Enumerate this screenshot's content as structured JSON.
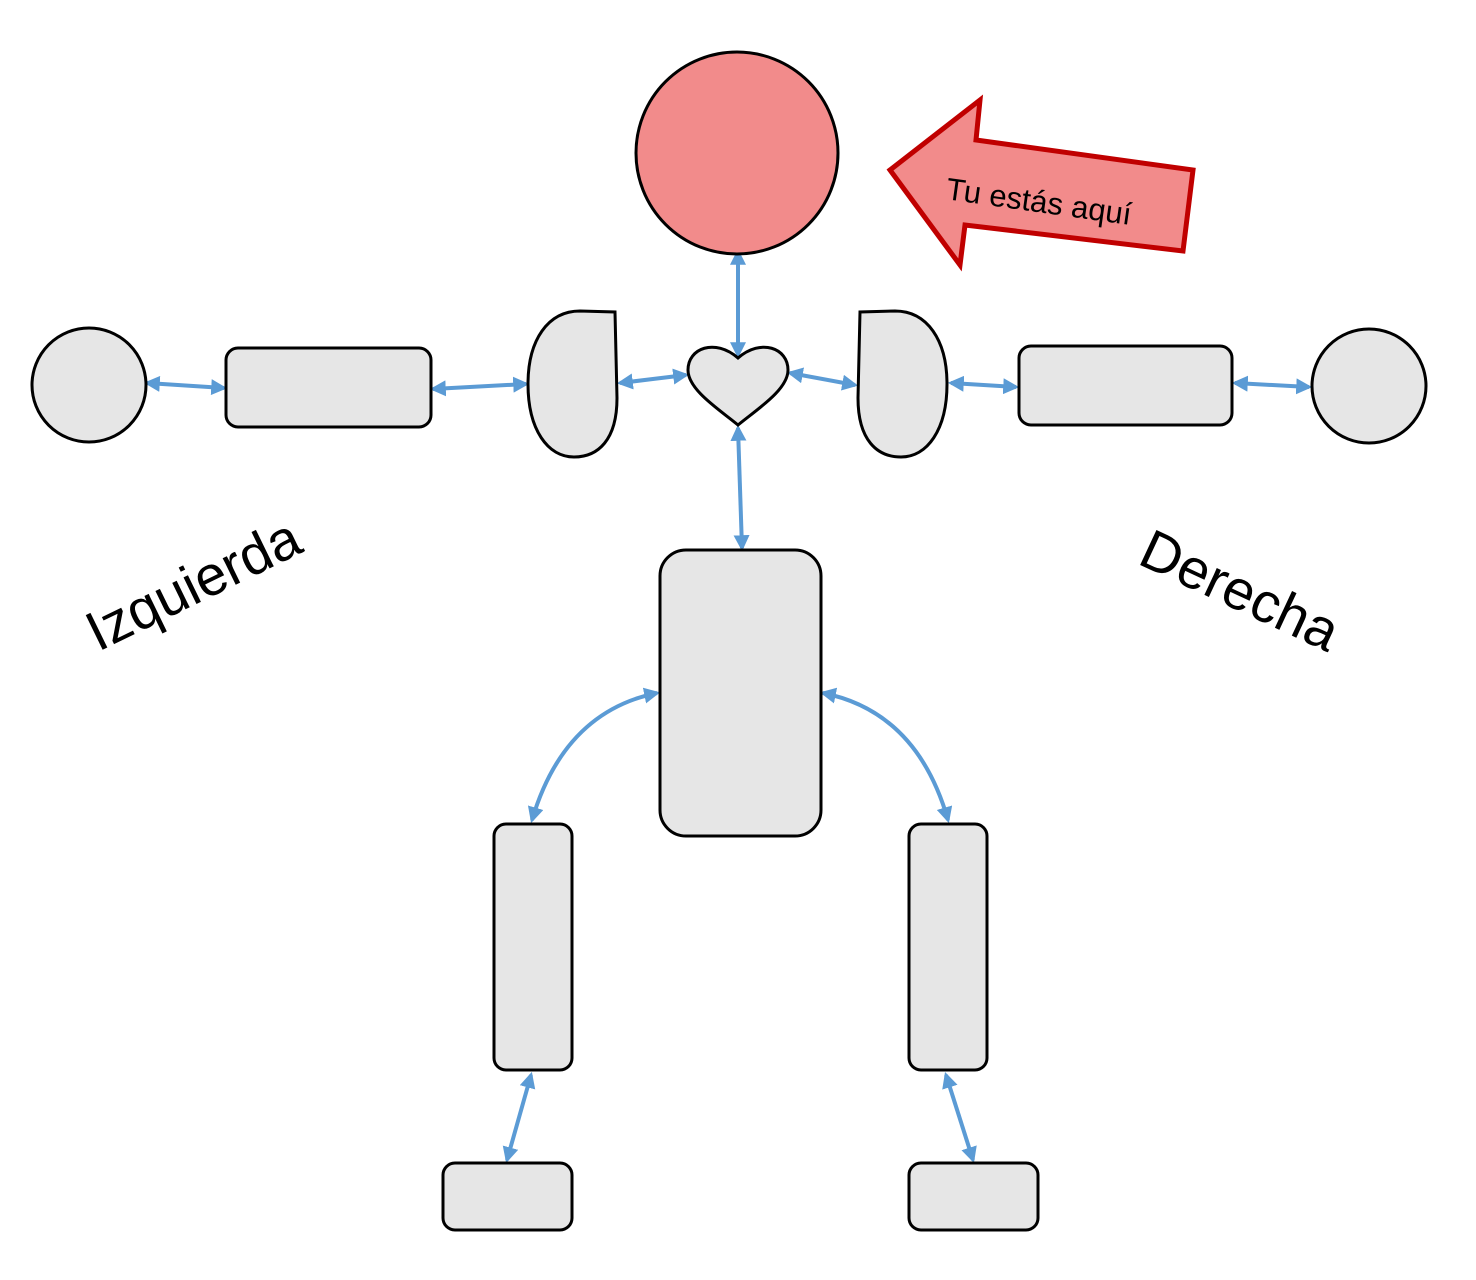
{
  "labels": {
    "left": "Izquierda",
    "right": "Derecha",
    "callout": "Tu estás aquí"
  },
  "colors": {
    "head_fill": "#f28b8b",
    "part_fill": "#e6e6e6",
    "outline": "#000000",
    "connector": "#5b9bd5",
    "callout_border": "#c00000"
  }
}
